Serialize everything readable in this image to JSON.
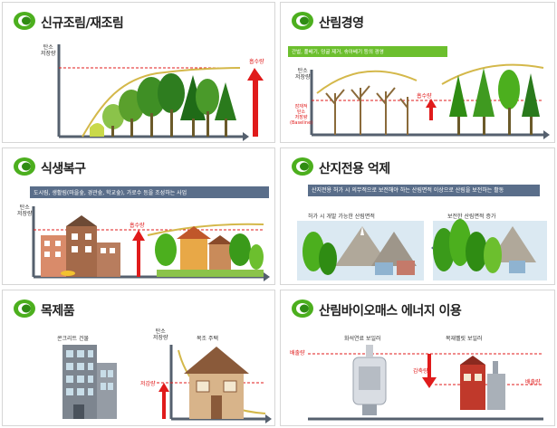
{
  "panels": {
    "p1": {
      "title": "신규조림/재조림",
      "ylabel": "탄소\n저장량",
      "max_label": "흡수량"
    },
    "p2": {
      "title": "산림경영",
      "banner": "간벌, 풀베기, 덩굴 제거, 솎아베기 등의 경영",
      "max_label": "흡수량",
      "low_label": "잠재적\n탄소\n저장량\n(Baseline)",
      "ylabel": "탄소\n저장량"
    },
    "p3": {
      "title": "식생복구",
      "banner": "도시림, 생활림(마을숲, 경관숲, 학교숲), 가로수 등을 조성하는 사업",
      "ylabel": "탄소\n저장량",
      "max_label": "흡수량"
    },
    "p4": {
      "title": "산지전용 억제",
      "banner": "산지전용 허가 시 의무적으로 보전해야 하는 산림면적 이상으로 산림을 보전하는 활동",
      "left_caption": "허가 시 개발 가능한 산림면적",
      "right_caption": "보전한 산림면적 증가"
    },
    "p5": {
      "title": "목제품",
      "left_caption": "콘크리트 건물",
      "right_caption": "목조 주택",
      "ylabel": "탄소\n저장량",
      "low_label": "저감량"
    },
    "p6": {
      "title": "산림바이오매스 에너지 이용",
      "left_caption": "화석연료 보일러",
      "right_caption": "목재펠릿 보일러",
      "high_label": "배출량",
      "low_label": "배출량",
      "mid_label": "감축량"
    }
  },
  "colors": {
    "green": "#4caf1e",
    "red": "#e01b1b",
    "dark": "#55606e",
    "olive": "#6b5a2a"
  }
}
